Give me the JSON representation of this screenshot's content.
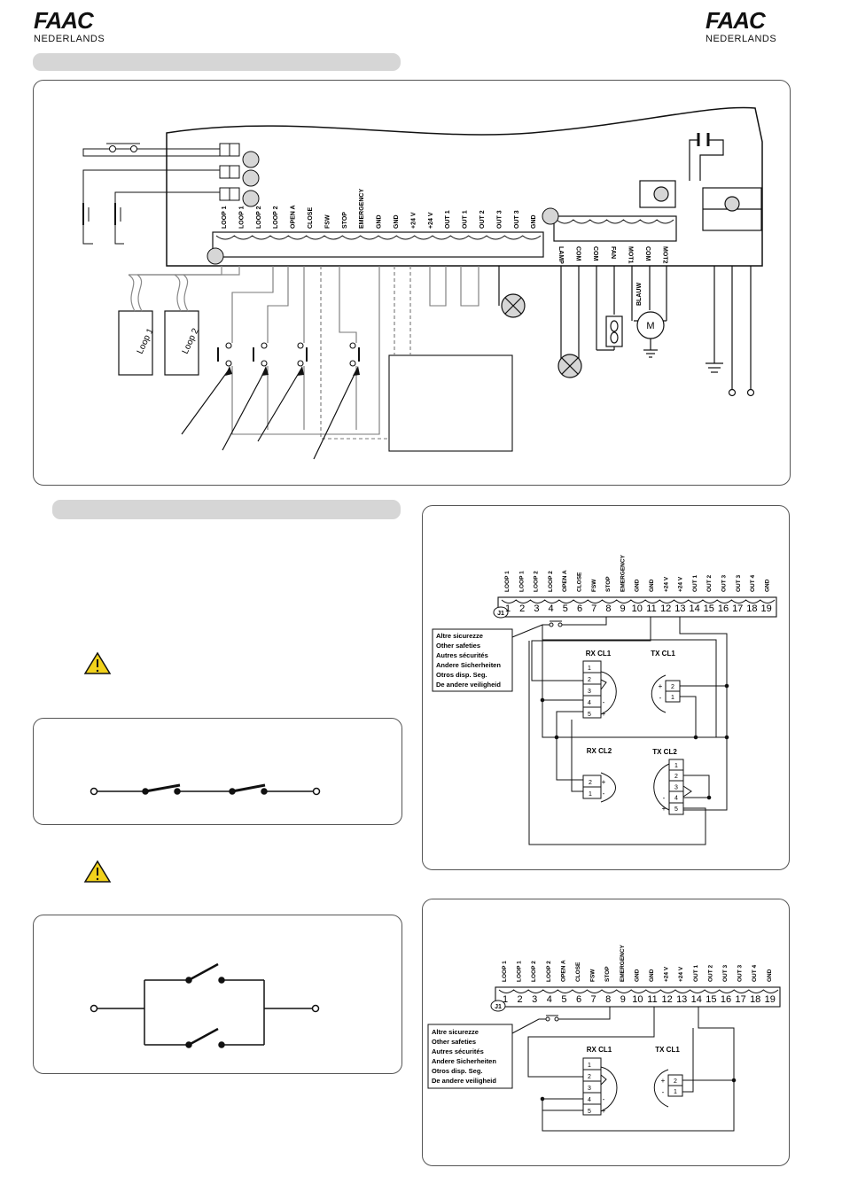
{
  "header": {
    "brand": "FAAC",
    "language": "NEDERLANDS"
  },
  "main_diagram": {
    "terminal_labels": [
      "LOOP 1",
      "LOOP 1",
      "LOOP 2",
      "LOOP 2",
      "OPEN A",
      "CLOSE",
      "FSW",
      "STOP",
      "EMERGENCY",
      "GND",
      "GND",
      "+24 V",
      "+24 V",
      "OUT 1",
      "OUT 1",
      "OUT 2",
      "OUT 3",
      "OUT 3",
      "GND"
    ],
    "motor_terminal_labels": [
      "LAMP",
      "COM",
      "COM",
      "FAN",
      "MOT1",
      "COM",
      "MOT2"
    ],
    "loop_labels": [
      "Loop 1",
      "Loop 2"
    ],
    "motor_symbol": "M",
    "blue_wire_label": "BLAUW"
  },
  "safety_diagrams": {
    "terminal_labels": [
      "LOOP 1",
      "LOOP 1",
      "LOOP 2",
      "LOOP 2",
      "OPEN A",
      "CLOSE",
      "FSW",
      "STOP",
      "EMERGENCY",
      "GND",
      "GND",
      "+24 V",
      "+24 V",
      "OUT 1",
      "OUT 2",
      "OUT 3",
      "OUT 3",
      "OUT 4",
      "GND"
    ],
    "terminal_numbers": [
      "1",
      "2",
      "3",
      "4",
      "5",
      "6",
      "7",
      "8",
      "9",
      "10",
      "11",
      "12",
      "13",
      "14",
      "15",
      "16",
      "17",
      "18",
      "19"
    ],
    "connector": "J1",
    "other_safeties": [
      "Altre sicurezze",
      "Other safeties",
      "Autres sécurités",
      "Andere Sicherheiten",
      "Otros disp. Seg.",
      "De andere veiligheid"
    ],
    "rx1": "RX CL1",
    "tx1": "TX CL1",
    "rx2": "RX CL2",
    "tx2": "TX CL2",
    "pins5": [
      "1",
      "2",
      "3",
      "4",
      "5"
    ],
    "pins2": [
      "2",
      "1"
    ],
    "plus": "+",
    "minus": "-"
  }
}
